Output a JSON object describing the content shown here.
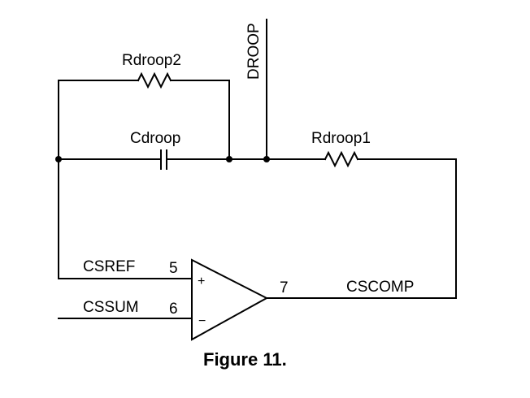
{
  "figure": {
    "caption": "Figure 11."
  },
  "components": {
    "rdroop2": "Rdroop2",
    "rdroop1": "Rdroop1",
    "cdroop": "Cdroop"
  },
  "nets": {
    "droop": "DROOP",
    "csref": "CSREF",
    "cssum": "CSSUM",
    "cscomp": "CSCOMP"
  },
  "opamp": {
    "pin_noninverting": "5",
    "pin_inverting": "6",
    "pin_output": "7",
    "plus_sign": "+",
    "minus_sign": "−"
  }
}
